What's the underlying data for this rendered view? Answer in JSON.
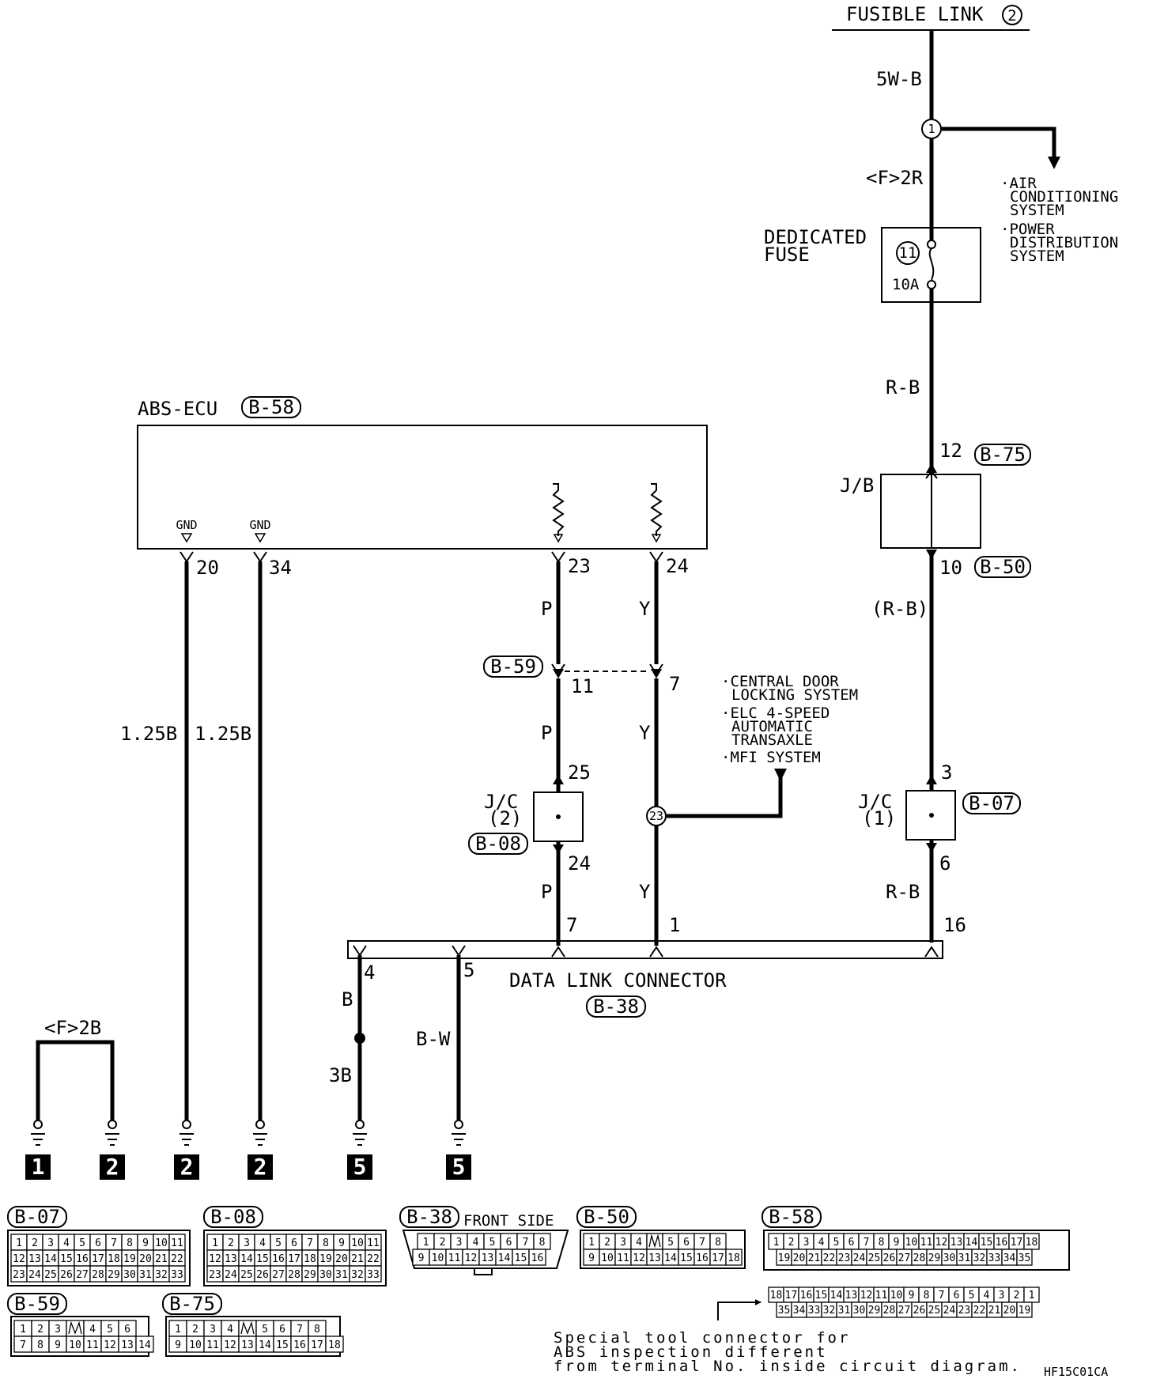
{
  "diagram": {
    "fusible_link": "FUSIBLE LINK",
    "fusible_link_no": "2",
    "wire_5wb": "5W-B",
    "junction_1": "1",
    "wire_f2r": "<F>2R",
    "ac_notes": [
      "AIR",
      "CONDITIONING",
      "SYSTEM",
      "POWER",
      "DISTRIBUTION",
      "SYSTEM"
    ],
    "dedicated_fuse": [
      "DEDICATED",
      "FUSE"
    ],
    "fuse_no": "11",
    "fuse_rating": "10A",
    "wire_rb_top": "R-B",
    "jb_label": "J/B",
    "jb_pin_in": "12",
    "jb_conn_in": "B-75",
    "jb_pin_out": "10",
    "jb_conn_out": "B-50",
    "wire_rb_paren": "(R-B)",
    "jc1_pin_in": "3",
    "jc1_label": [
      "J/C",
      "(1)"
    ],
    "jc1_conn": "B-07",
    "jc1_pin_out": "6",
    "wire_rb_low": "R-B",
    "dlc_pin16": "16",
    "abs_ecu": "ABS-ECU",
    "abs_conn": "B-58",
    "gnd": "GND",
    "pin20": "20",
    "pin34": "34",
    "pin23": "23",
    "pin24": "24",
    "wire_p": "P",
    "wire_y": "Y",
    "b59_conn": "B-59",
    "b59_pin11": "11",
    "b59_pin7": "7",
    "central_notes": [
      "CENTRAL DOOR",
      "LOCKING SYSTEM",
      "ELC 4-SPEED",
      "AUTOMATIC",
      "TRANSAXLE",
      "MFI SYSTEM"
    ],
    "wire_125b": "1.25B",
    "jc2_pin_in": "25",
    "jc2_label": [
      "J/C",
      "(2)"
    ],
    "jc2_conn": "B-08",
    "jc2_pin_out": "24",
    "junction_23": "23",
    "dlc_pin7": "7",
    "dlc_pin1": "1",
    "dlc_pin4": "4",
    "dlc_pin5": "5",
    "dlc_name": "DATA LINK CONNECTOR",
    "dlc_conn": "B-38",
    "wire_f2b": "<F>2B",
    "wire_b": "B",
    "wire_3b": "3B",
    "wire_bw": "B-W",
    "grounds": [
      "1",
      "2",
      "2",
      "2",
      "5",
      "5"
    ],
    "front_side": "FRONT SIDE",
    "special_note": [
      "Special tool connector for",
      "ABS inspection different",
      "from terminal No. inside circuit diagram."
    ],
    "ref_code": "HF15C01CA"
  },
  "connectors": {
    "b07": {
      "name": "B-07",
      "rows": [
        [
          "1",
          "2",
          "3",
          "4",
          "5",
          "6",
          "7",
          "8",
          "9",
          "10",
          "11"
        ],
        [
          "12",
          "13",
          "14",
          "15",
          "16",
          "17",
          "18",
          "19",
          "20",
          "21",
          "22"
        ],
        [
          "23",
          "24",
          "25",
          "26",
          "27",
          "28",
          "29",
          "30",
          "31",
          "32",
          "33"
        ]
      ]
    },
    "b08": {
      "name": "B-08",
      "rows": [
        [
          "1",
          "2",
          "3",
          "4",
          "5",
          "6",
          "7",
          "8",
          "9",
          "10",
          "11"
        ],
        [
          "12",
          "13",
          "14",
          "15",
          "16",
          "17",
          "18",
          "19",
          "20",
          "21",
          "22"
        ],
        [
          "23",
          "24",
          "25",
          "26",
          "27",
          "28",
          "29",
          "30",
          "31",
          "32",
          "33"
        ]
      ]
    },
    "b38": {
      "name": "B-38",
      "rows": [
        [
          "1",
          "2",
          "3",
          "4",
          "5",
          "6",
          "7",
          "8"
        ],
        [
          "9",
          "10",
          "11",
          "12",
          "13",
          "14",
          "15",
          "16"
        ]
      ]
    },
    "b50": {
      "name": "B-50",
      "rows": [
        [
          "1",
          "2",
          "3",
          "4",
          "",
          "5",
          "6",
          "7",
          "8"
        ],
        [
          "9",
          "10",
          "11",
          "12",
          "13",
          "14",
          "15",
          "16",
          "17",
          "18"
        ]
      ]
    },
    "b58": {
      "name": "B-58",
      "rows": [
        [
          "1",
          "2",
          "3",
          "4",
          "5",
          "6",
          "7",
          "8",
          "9",
          "10",
          "11",
          "12",
          "13",
          "14",
          "15",
          "16",
          "17",
          "18"
        ],
        [
          "19",
          "20",
          "21",
          "22",
          "23",
          "24",
          "25",
          "26",
          "27",
          "28",
          "29",
          "30",
          "31",
          "32",
          "33",
          "34",
          "35"
        ]
      ]
    },
    "b58_tool": {
      "rows": [
        [
          "18",
          "17",
          "16",
          "15",
          "14",
          "13",
          "12",
          "11",
          "10",
          "9",
          "8",
          "7",
          "6",
          "5",
          "4",
          "3",
          "2",
          "1"
        ],
        [
          "35",
          "34",
          "33",
          "32",
          "31",
          "30",
          "29",
          "28",
          "27",
          "26",
          "25",
          "24",
          "23",
          "22",
          "21",
          "20",
          "19"
        ]
      ]
    },
    "b59": {
      "name": "B-59",
      "rows": [
        [
          "1",
          "2",
          "3",
          "",
          "4",
          "5",
          "6"
        ],
        [
          "7",
          "8",
          "9",
          "10",
          "11",
          "12",
          "13",
          "14"
        ]
      ]
    },
    "b75": {
      "name": "B-75",
      "rows": [
        [
          "1",
          "2",
          "3",
          "4",
          "",
          "5",
          "6",
          "7",
          "8"
        ],
        [
          "9",
          "10",
          "11",
          "12",
          "13",
          "14",
          "15",
          "16",
          "17",
          "18"
        ]
      ]
    }
  }
}
